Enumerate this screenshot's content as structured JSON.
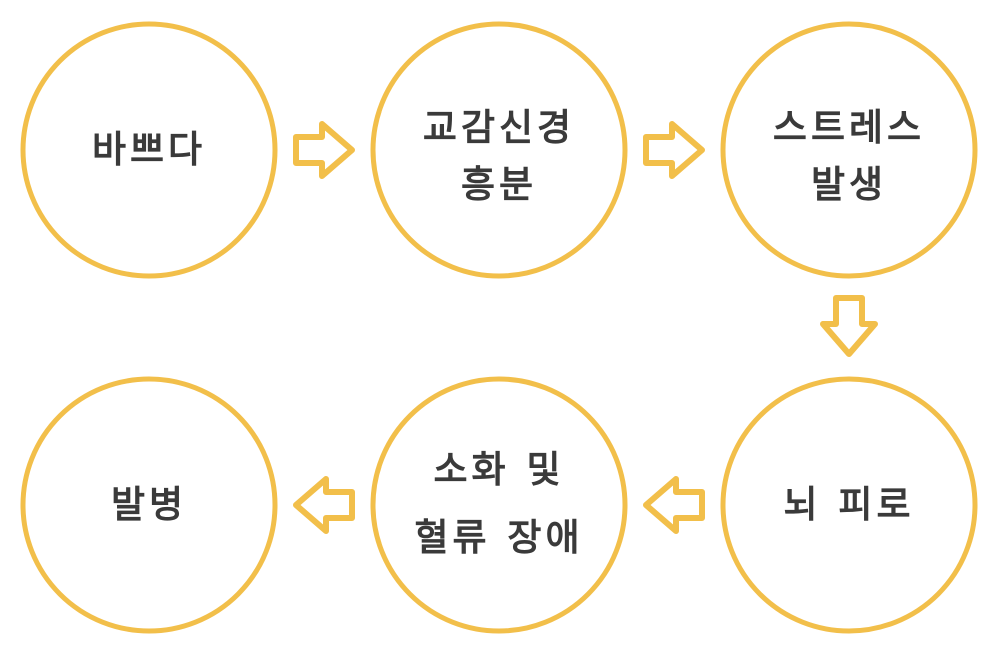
{
  "colors": {
    "circle_stroke": "#f2bf4a",
    "arrow_fill": "#ffffff",
    "arrow_stroke": "#f2bf4a",
    "text": "#3a3a3a",
    "background": "#ffffff"
  },
  "nodes": [
    {
      "lines": [
        "바쁘다"
      ]
    },
    {
      "lines": [
        "교감신경",
        "흥분"
      ]
    },
    {
      "lines": [
        "스트레스",
        "발생"
      ]
    },
    {
      "lines": [
        "뇌 피로"
      ]
    },
    {
      "lines": [
        "소화 및",
        "혈류 장애"
      ]
    },
    {
      "lines": [
        "발병"
      ]
    }
  ],
  "arrows": [
    {
      "from": 0,
      "to": 1,
      "direction": "right"
    },
    {
      "from": 1,
      "to": 2,
      "direction": "right"
    },
    {
      "from": 2,
      "to": 3,
      "direction": "down"
    },
    {
      "from": 3,
      "to": 4,
      "direction": "left"
    },
    {
      "from": 4,
      "to": 5,
      "direction": "left"
    }
  ]
}
